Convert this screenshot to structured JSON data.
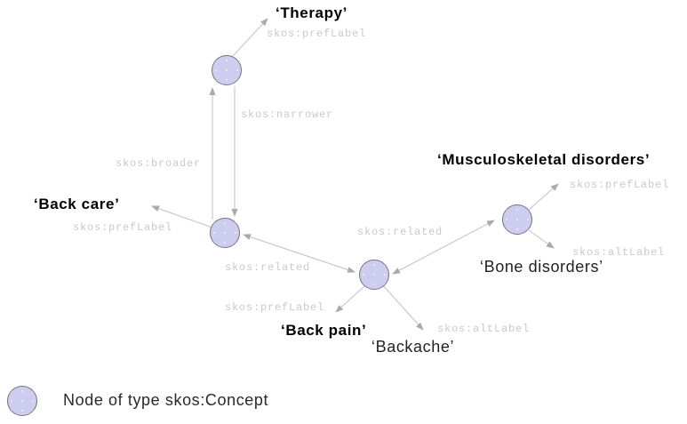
{
  "colors": {
    "node_fill": "#cdcdf0",
    "node_border": "#74747e",
    "edge_line": "#c2c2c2",
    "arrowhead": "#a9abab",
    "edge_label_text": "#c9c9c9",
    "concept_label_text": "#000000",
    "literal_label_text": "#222222"
  },
  "nodes": [
    {
      "id": "therapy-concept"
    },
    {
      "id": "back-care-concept"
    },
    {
      "id": "back-pain-concept"
    },
    {
      "id": "musculoskeletal-disorders-concept"
    }
  ],
  "literal_labels": {
    "therapy": "‘Therapy’",
    "back_care": "‘Back care’",
    "back_pain": "‘Back pain’",
    "backache": "‘Backache’",
    "musculoskeletal_disorders": "‘Musculoskeletal disorders’",
    "bone_disorders": "‘Bone disorders’"
  },
  "edge_labels": {
    "therapy_pref": "skos:prefLabel",
    "narrower": "skos:narrower",
    "broader": "skos:broader",
    "back_care_pref": "skos:prefLabel",
    "related_back": "skos:related",
    "back_pain_pref": "skos:prefLabel",
    "related_msd": "skos:related",
    "backache_alt": "skos:altLabel",
    "msd_pref": "skos:prefLabel",
    "bone_alt": "skos:altLabel"
  },
  "legend": {
    "node_caption": "Node of type skos:Concept"
  }
}
